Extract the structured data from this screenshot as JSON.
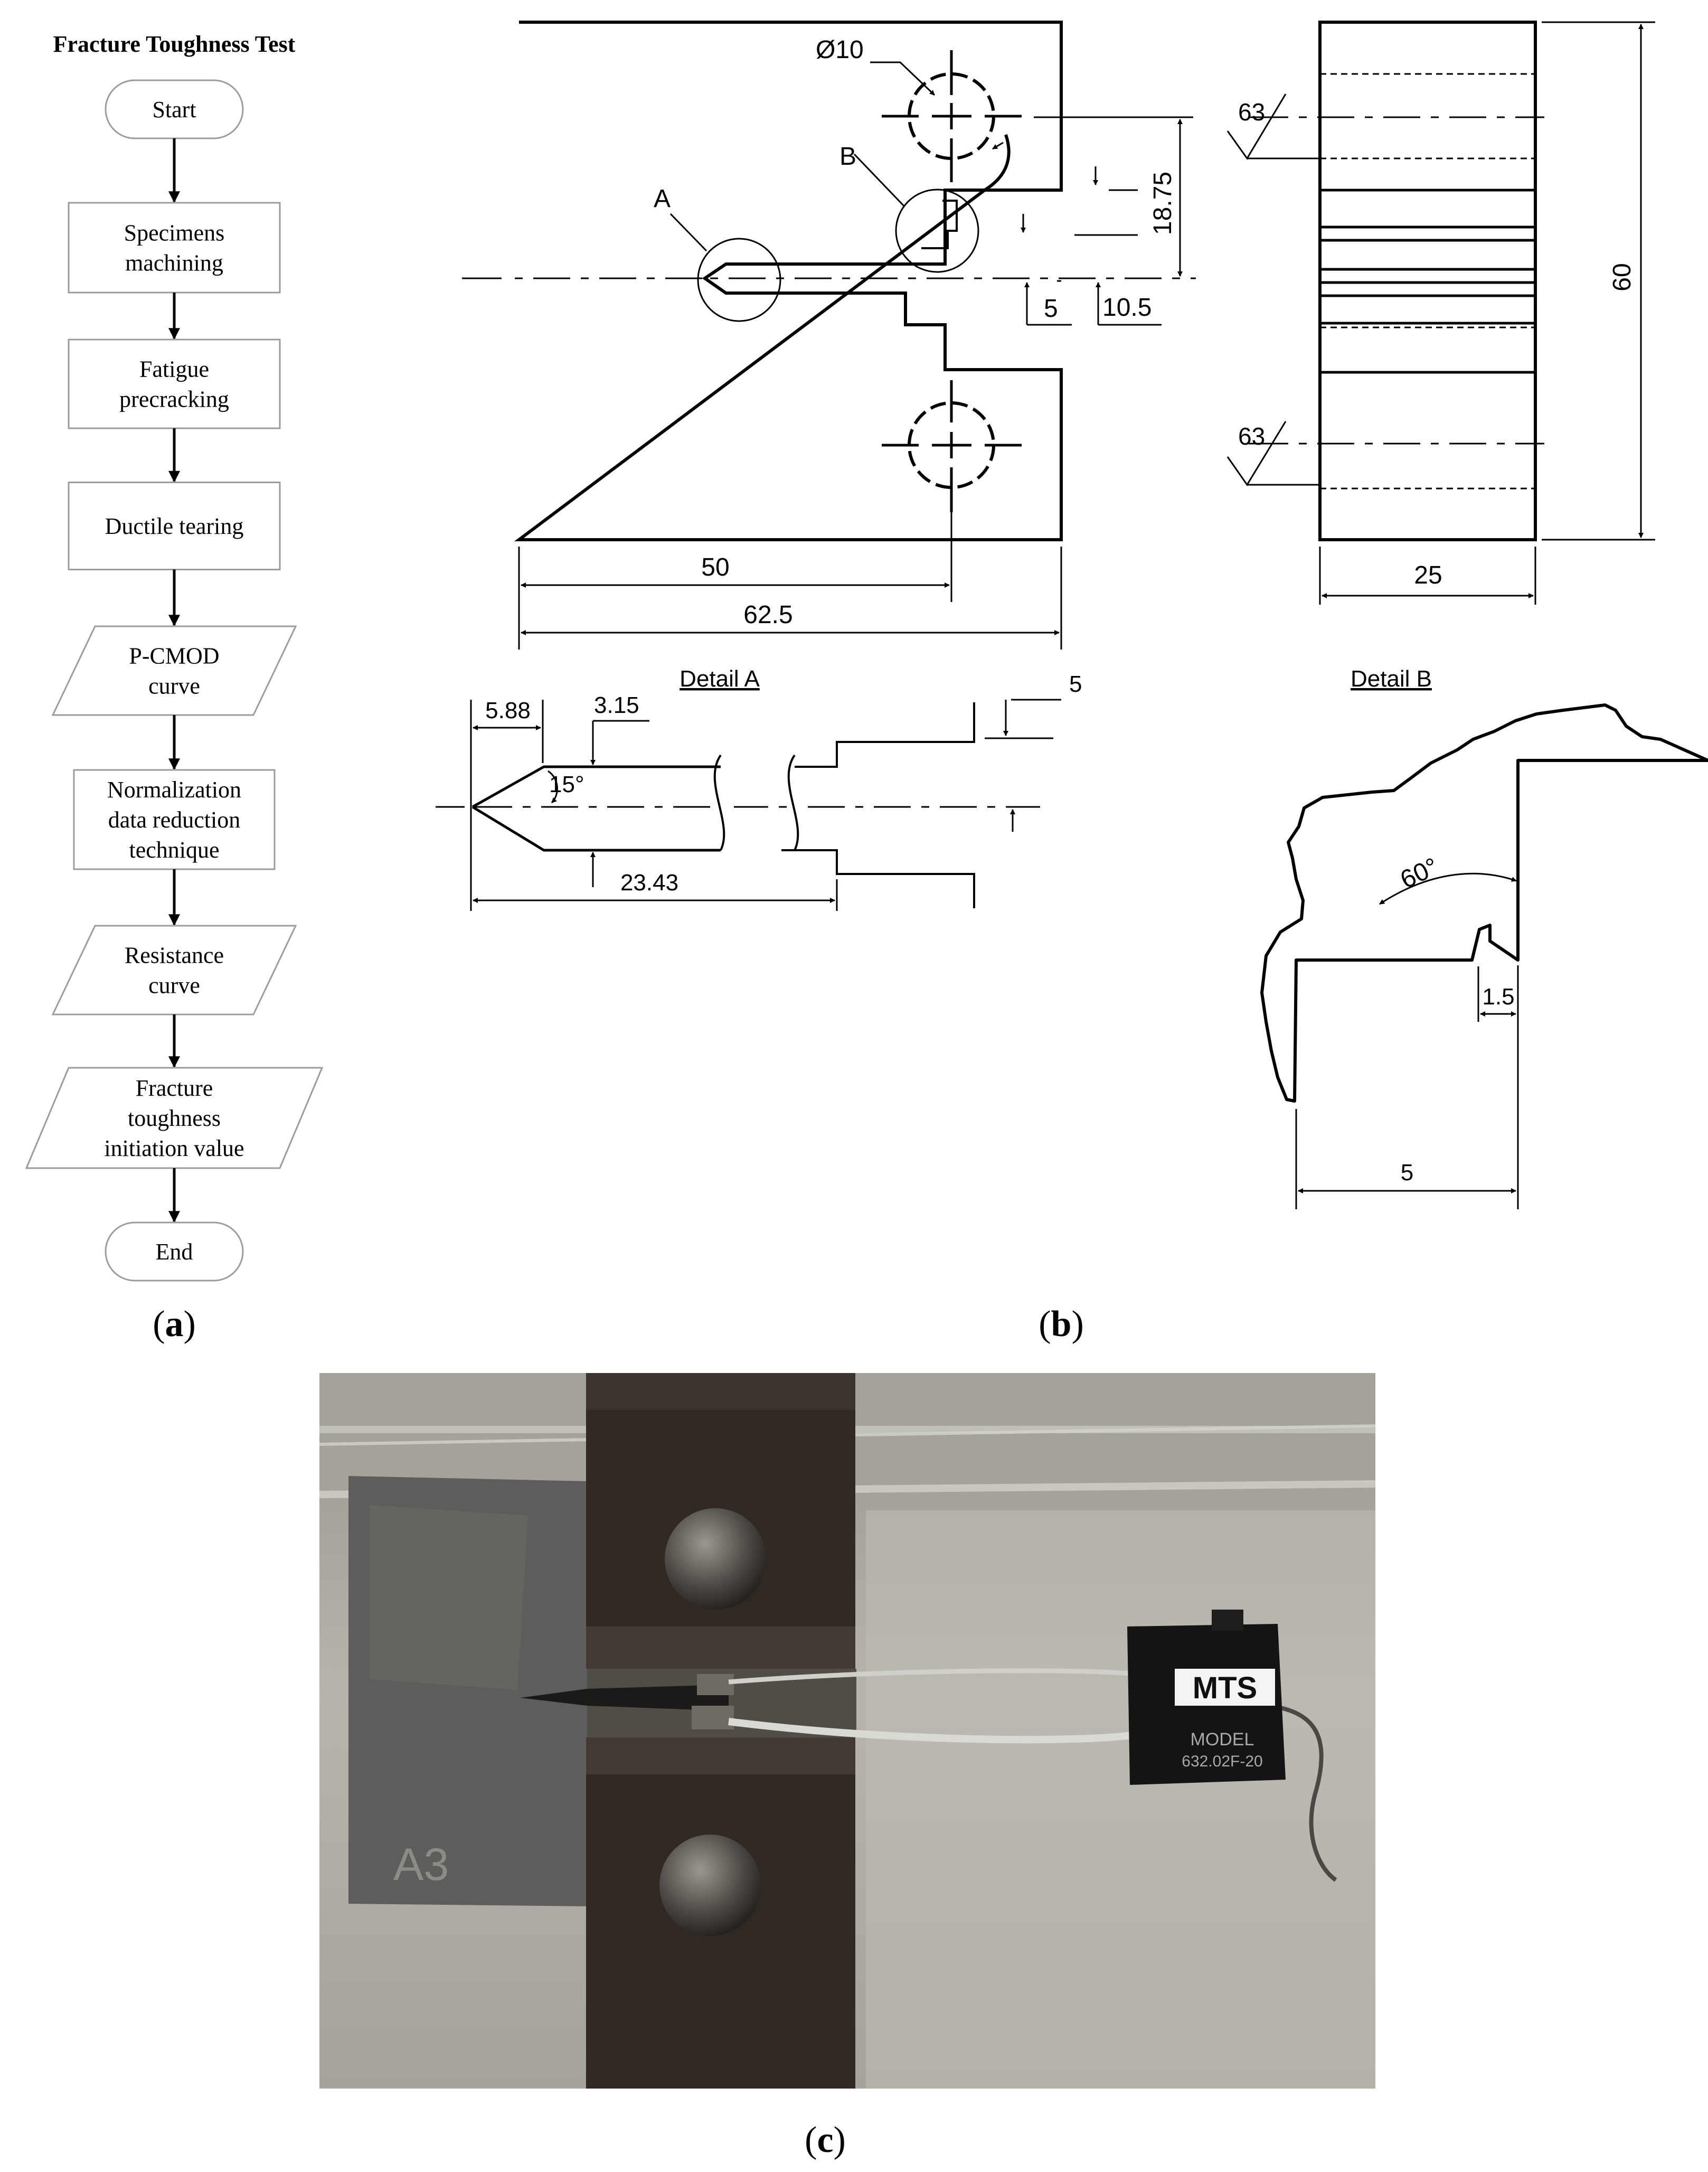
{
  "flowchart": {
    "title": "Fracture Toughness Test",
    "nodes": [
      {
        "shape": "terminal",
        "lines": [
          "Start"
        ]
      },
      {
        "shape": "process",
        "lines": [
          "Specimens",
          "machining"
        ]
      },
      {
        "shape": "process",
        "lines": [
          "Fatigue",
          "precracking"
        ]
      },
      {
        "shape": "process",
        "lines": [
          "Ductile tearing"
        ]
      },
      {
        "shape": "io",
        "lines": [
          "P-CMOD",
          "curve"
        ]
      },
      {
        "shape": "process",
        "lines": [
          "Normalization",
          "data reduction",
          "technique"
        ]
      },
      {
        "shape": "io",
        "lines": [
          "Resistance",
          "curve"
        ]
      },
      {
        "shape": "io",
        "lines": [
          "Fracture",
          "toughness",
          "initiation value"
        ]
      },
      {
        "shape": "terminal",
        "lines": [
          "End"
        ]
      }
    ]
  },
  "drawing": {
    "hole_diameter": "Ø10",
    "label_a": "A",
    "label_b": "B",
    "dim_18_75": "18.75",
    "dim_5": "5",
    "dim_10_5": "10.5",
    "dim_50": "50",
    "dim_62_5": "62.5",
    "dim_60": "60",
    "dim_25": "25",
    "roughness_top": "63",
    "roughness_bottom": "63",
    "detail_a_title": "Detail A",
    "detail_a_5_88": "5.88",
    "detail_a_3_15": "3.15",
    "detail_a_15deg": "15°",
    "detail_a_23_43": "23.43",
    "detail_a_5": "5",
    "detail_b_title": "Detail B",
    "detail_b_60deg": "60°",
    "detail_b_1_5": "1.5",
    "detail_b_5": "5"
  },
  "photo": {
    "brand": "MTS",
    "model_label": "MODEL",
    "model_number": "632.02F-20",
    "specimen_mark": "A3"
  },
  "captions": {
    "a": [
      "(",
      "a",
      ")"
    ],
    "b": [
      "(",
      "b",
      ")"
    ],
    "c": [
      "(",
      "c",
      ")"
    ]
  }
}
